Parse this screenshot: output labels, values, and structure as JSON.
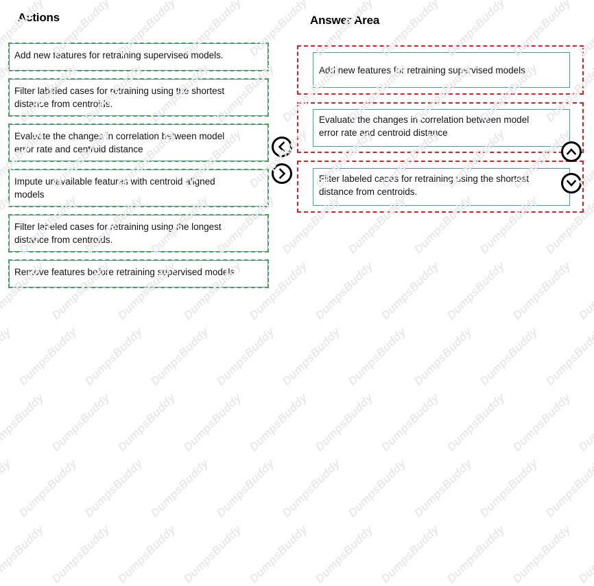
{
  "page": {
    "watermark_text": "DumpsBuddy",
    "background_color": "#ffffff"
  },
  "colors": {
    "action_border": "#3b9cd0",
    "action_dashed": "#4a9e55",
    "dropzone_dashed": "#e01b22",
    "text": "#111111",
    "watermark": "#e9e9ec"
  },
  "actions_panel": {
    "title": "Actions",
    "items": [
      {
        "label": "Add new features for retraining supervised models.",
        "lines": 1
      },
      {
        "label": "Filter labeled cases for retraining using the shortest\ndistance from centroids.",
        "lines": 2
      },
      {
        "label": "Evaluate the changes in correlation between model\nerror rate and centroid distance",
        "lines": 2
      },
      {
        "label": "Impute unavailable features with centroid aligned\nmodels",
        "lines": 2
      },
      {
        "label": "Filter labeled cases for retraining using the longest\ndistance from centroids.",
        "lines": 2
      },
      {
        "label": "Remove features before retraining supervised models",
        "lines": 1
      }
    ]
  },
  "answer_panel": {
    "title": "Answer Area",
    "slots": [
      {
        "label": "Add new features for retraining supervised models.",
        "lines": 1
      },
      {
        "label": "Evaluate the changes in correlation between model\nerror rate and centroid distance",
        "lines": 2
      },
      {
        "label": "Filter labeled cases for retraining using the shortest\ndistance from centroids.",
        "lines": 2
      }
    ]
  },
  "controls": {
    "move_left": "move-left-icon",
    "move_right": "move-right-icon",
    "move_up": "move-up-icon",
    "move_down": "move-down-icon"
  }
}
